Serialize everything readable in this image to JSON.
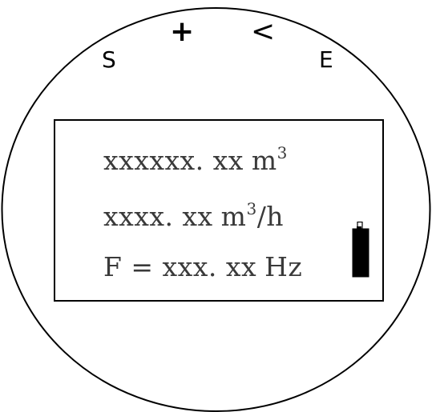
{
  "keys": {
    "left": "S",
    "plus": "+",
    "shift": "<",
    "enter": "E"
  },
  "display": {
    "volume_value": "xxxxxx. xx",
    "volume_unit": "m",
    "volume_unit_exp": "3",
    "flow_value": "xxxx. xx",
    "flow_unit": "m",
    "flow_unit_exp": "3",
    "flow_unit_suffix": "/h",
    "freq_prefix": "F = ",
    "freq_value": "xxx. xx",
    "freq_unit": "Hz"
  },
  "battery_icon": "battery-icon"
}
